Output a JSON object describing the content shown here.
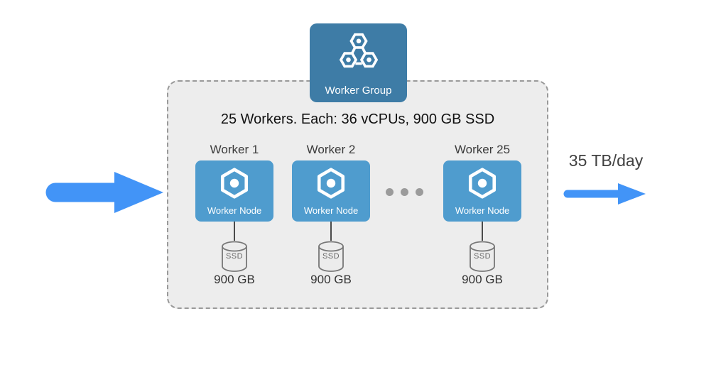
{
  "group": {
    "label": "Worker Group"
  },
  "container": {
    "spec_text": "25 Workers. Each: 36 vCPUs, 900 GB SSD"
  },
  "workers": [
    {
      "label": "Worker 1",
      "node_label": "Worker Node",
      "disk_label": "SSD",
      "disk_size": "900 GB"
    },
    {
      "label": "Worker 2",
      "node_label": "Worker Node",
      "disk_label": "SSD",
      "disk_size": "900 GB"
    },
    {
      "label": "Worker 25",
      "node_label": "Worker Node",
      "disk_label": "SSD",
      "disk_size": "900 GB"
    }
  ],
  "ellipsis": {
    "dot_count": 3
  },
  "output": {
    "throughput_label": "35 TB/day"
  },
  "colors": {
    "group_box": "#3E7CA6",
    "node_box": "#4F9CCE",
    "arrow": "#4294F7",
    "container_bg": "#EDEDED",
    "container_border": "#999999"
  }
}
